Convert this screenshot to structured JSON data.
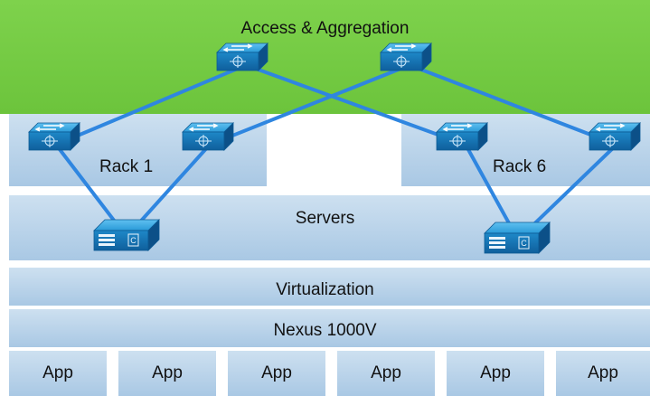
{
  "layers": {
    "access": "Access & Aggregation",
    "rack_left": "Rack 1",
    "rack_right": "Rack 6",
    "servers": "Servers",
    "virtualization": "Virtualization",
    "nexus": "Nexus 1000V"
  },
  "apps": [
    "App",
    "App",
    "App",
    "App",
    "App",
    "App"
  ],
  "icons": {
    "switch": "network-switch-icon",
    "server": "server-icon"
  },
  "colors": {
    "access_band": "#6cc43c",
    "layer_fill": "#b8d3ea",
    "link": "#2f86e0",
    "device": "#1c8fd6"
  }
}
